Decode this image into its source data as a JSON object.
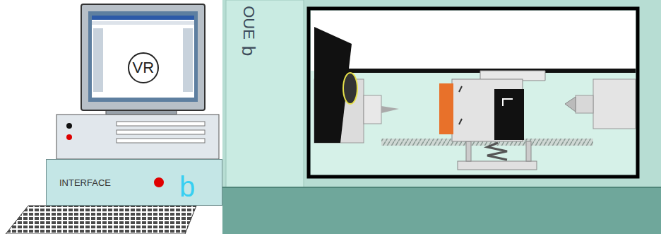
{
  "diagram": {
    "nodes": [
      {
        "text": [
          "VR"
        ]
      },
      {
        "text": [
          "INTERFACE",
          "b"
        ]
      }
    ],
    "labels": [
      "OUE",
      "b"
    ]
  }
}
